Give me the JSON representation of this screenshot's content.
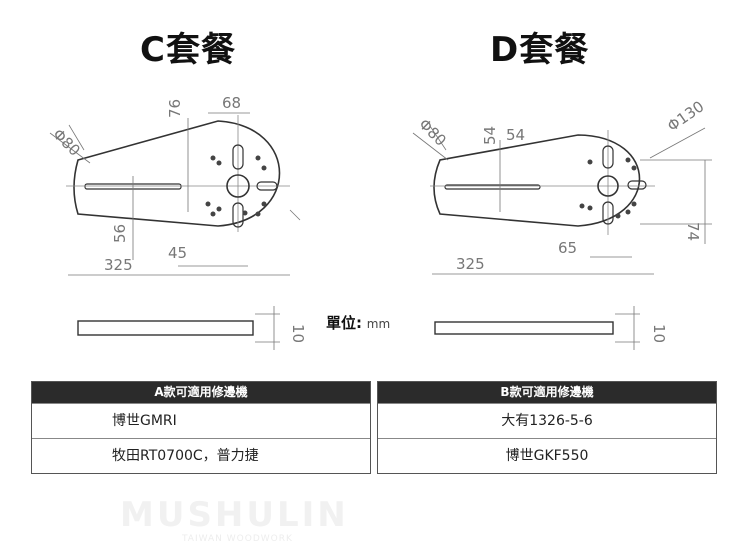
{
  "title_c": "C套餐",
  "title_d": "D套餐",
  "dims_c": {
    "phi": "Φ80",
    "top_h": "76",
    "top_w": "68",
    "side": "56",
    "bottom_small": "45",
    "length": "325",
    "thickness": "10"
  },
  "dims_d": {
    "phi": "Φ80",
    "top_h": "54",
    "top_w": "54",
    "phi_large": "Φ130",
    "right_h": "74",
    "bottom_small": "65",
    "length": "325",
    "thickness": "10"
  },
  "unit_label": "單位:",
  "unit_value": "mm",
  "table_a": {
    "header": "A款可適用修邊機",
    "rows": [
      "博世GMRI",
      "牧田RT0700C，普力捷"
    ]
  },
  "table_b": {
    "header": "B款可適用修邊機",
    "rows": [
      "大有1326-5-6",
      "博世GKF550"
    ]
  },
  "watermark": "MUSHULIN",
  "watermark_sub": "TAIWAN WOODWORK"
}
